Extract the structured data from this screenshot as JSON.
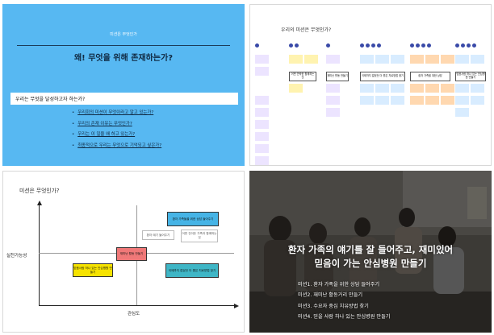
{
  "slide1": {
    "small_title": "미션은 무엇인가",
    "main_title": "왜! 무엇을 위해 존재하는가?",
    "question": "우리는 무엇을 달성하고자 하는가?",
    "bullets": [
      "우리회의 미션이 무엇이라고 알고 있는가?",
      "우리의 존재 이유는 무엇인가?",
      "우리는 이 일을 왜 하고 있는가?",
      "최종적으로 우리는 무엇으로 기억되고 싶은가?"
    ]
  },
  "slide2": {
    "title": "우리의 미션은 무엇인가?",
    "dot_color": "#3a4aa8",
    "columns": [
      {
        "dots": 1,
        "header": ""
      },
      {
        "dots": 2,
        "header": "어떤 연락한 함께하는 것"
      },
      {
        "dots": 1,
        "header": "재미난 활동 만들기"
      },
      {
        "dots": 4,
        "header": "이제까지 없었던 더 좋은 치료방법 찾기"
      },
      {
        "dots": 4,
        "header": "환자 가족을 위한 상담"
      },
      {
        "dots": 4,
        "header": "믿음사람 하나 있는 안심병원 만들기"
      }
    ],
    "note_colors": [
      "#ece4ff",
      "#fff3b0",
      "#ffd8b0",
      "#d8ecff"
    ]
  },
  "slide3": {
    "title": "미션은 무엇인가?",
    "ylabel": "실천가능성",
    "xlabel": "관심도",
    "boxes": {
      "family": "환자 가족들을 위한 상담 들어주기",
      "listen": "환자 얘기 들어주기",
      "different": "어떤 건이든 가족과 함께하는 것",
      "fun": "재미난 활동 만들기",
      "trust": "믿음사람 하나 있는 안심병원 만들기",
      "cure": "이제까지 접었던 더 좋은 치료방법 찾기"
    },
    "colors": {
      "blue": "#46b4e6",
      "red": "#f07878",
      "yellow": "#f6e300",
      "teal": "#3fb6c6"
    }
  },
  "slide4": {
    "headline_line1": "환자 가족의 얘기를 잘 들어주고, 재미있어",
    "headline_line2": "믿음이 가는 안심병원 만들기",
    "missions": [
      "미션1. 환자 가족을 위한 상담 들어주기",
      "미션2. 재미난 활동거리 만들기",
      "미션3. 수요자 중심 치유방법 찾기",
      "미션4. 믿을 사람 하나 있는 안심병원 만들기"
    ]
  }
}
